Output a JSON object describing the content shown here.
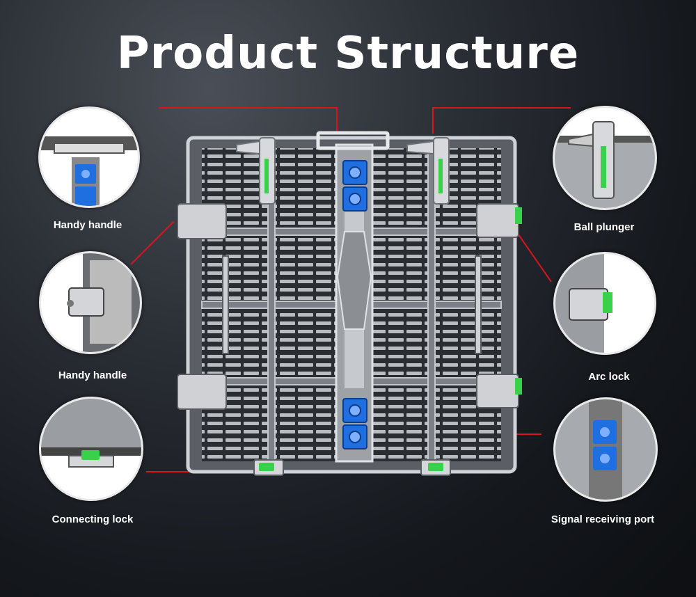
{
  "title": "Product Structure",
  "accent_color": "#d9141c",
  "connector_blue": "#1f6fe0",
  "lock_green": "#3ad14a",
  "callouts": [
    {
      "name": "Handy handle",
      "icon": "handle-detail"
    },
    {
      "name": "Handy handle",
      "icon": "handle-side-detail"
    },
    {
      "name": "Connecting lock",
      "icon": "connecting-lock-detail"
    },
    {
      "name": "Ball plunger",
      "icon": "ball-plunger-detail"
    },
    {
      "name": "Arc lock",
      "icon": "arc-lock-detail"
    },
    {
      "name": "Signal receiving port",
      "icon": "signal-port-detail"
    }
  ]
}
